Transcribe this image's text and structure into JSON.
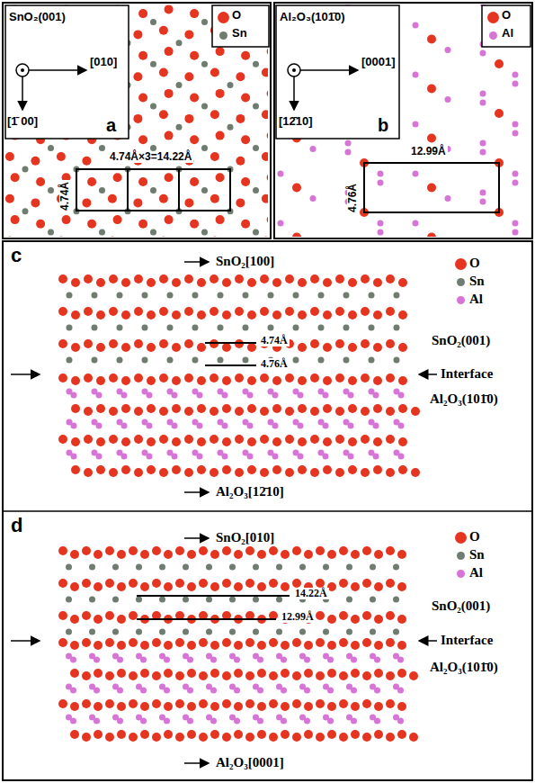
{
  "diagram": {
    "labels": [
      "SnO₂(001)",
      "[010]",
      "[1̄ 00]",
      "a",
      "4.74Å×3=14.22Å",
      "4.74Å",
      "Al₂O₃(101̄0)",
      "[0001]",
      "[12̄10]",
      "b",
      "12.99Å",
      "4.76Å",
      "c",
      "SnO₂[100]",
      "SnO₂(001)",
      "Interface",
      "Al₂O₃(101̄0)",
      "4.74Å",
      "4.76Å",
      "Al₂O₃[12̄10]",
      "d",
      "SnO₂[010]",
      "SnO₂(001)",
      "Interface",
      "Al₂O₃(101̄0)",
      "14.22Å",
      "12.99Å",
      "Al₂O₃[0001]"
    ],
    "legend": [
      {
        "text": "O",
        "color": "#e5341f"
      },
      {
        "text": "Sn",
        "color": "#6e7d70"
      },
      {
        "text": "O",
        "color": "#e5341f"
      },
      {
        "text": "Al",
        "color": "#d675d6"
      },
      {
        "text": "O",
        "color": "#e5341f"
      },
      {
        "text": "Sn",
        "color": "#6e7d70"
      },
      {
        "text": "Al",
        "color": "#d675d6"
      },
      {
        "text": "O",
        "color": "#e5341f"
      },
      {
        "text": "Sn",
        "color": "#6e7d70"
      },
      {
        "text": "Al",
        "color": "#d675d6"
      }
    ]
  }
}
